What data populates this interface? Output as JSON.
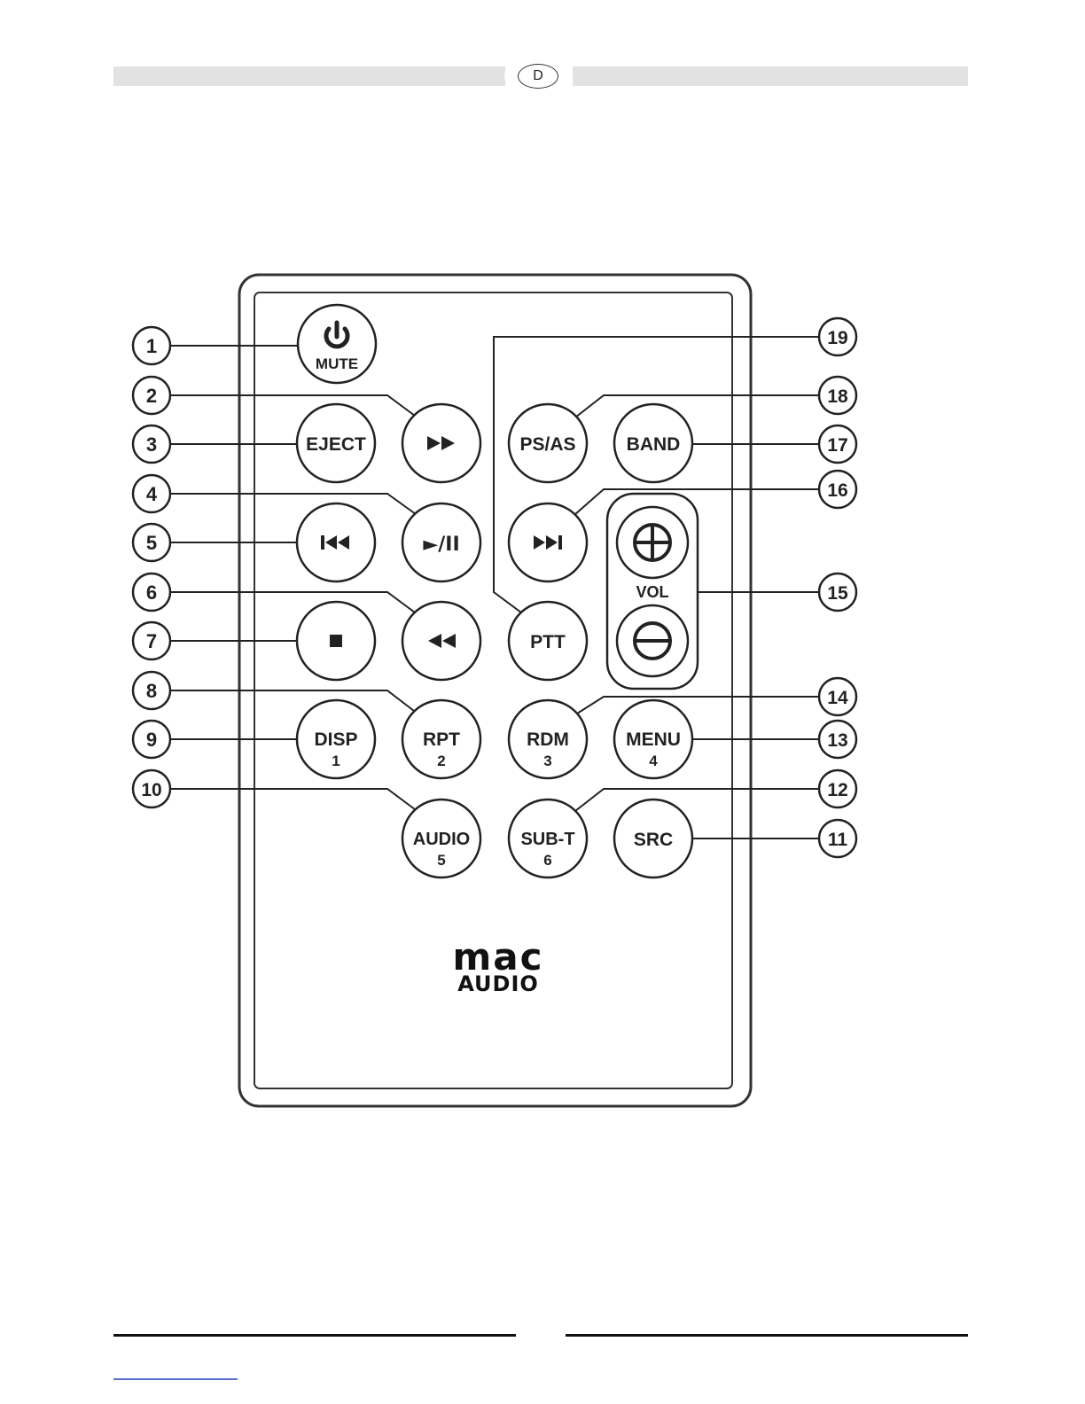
{
  "header": {
    "language_badge": "D"
  },
  "remote": {
    "logo": {
      "line1": "mac",
      "line2": "AUDIO"
    },
    "volume_group_label": "VOL",
    "buttons": {
      "power_mute": {
        "label": "MUTE",
        "icon": "power-icon"
      },
      "fast_forward": {
        "icon": "fast-forward-icon"
      },
      "eject": {
        "label": "EJECT"
      },
      "previous": {
        "icon": "skip-previous-icon"
      },
      "play_pause": {
        "label": "►/II"
      },
      "stop": {
        "icon": "stop-icon"
      },
      "rewind": {
        "icon": "rewind-icon"
      },
      "disp": {
        "label": "DISP",
        "number": "1"
      },
      "rpt": {
        "label": "RPT",
        "number": "2"
      },
      "audio": {
        "label": "AUDIO",
        "number": "5"
      },
      "ps_as": {
        "label": "PS/AS"
      },
      "band": {
        "label": "BAND"
      },
      "next": {
        "icon": "skip-next-icon"
      },
      "ptt": {
        "label": "PTT"
      },
      "vol_up": {
        "icon": "plus-icon"
      },
      "vol_down": {
        "icon": "minus-icon"
      },
      "rdm": {
        "label": "RDM",
        "number": "3"
      },
      "menu": {
        "label": "MENU",
        "number": "4"
      },
      "sub_t": {
        "label": "SUB-T",
        "number": "6"
      },
      "src": {
        "label": "SRC"
      }
    }
  },
  "callouts": [
    "1",
    "2",
    "3",
    "4",
    "5",
    "6",
    "7",
    "8",
    "9",
    "10",
    "11",
    "12",
    "13",
    "14",
    "15",
    "16",
    "17",
    "18",
    "19"
  ]
}
